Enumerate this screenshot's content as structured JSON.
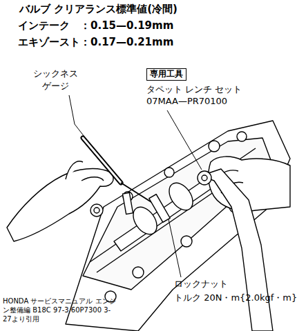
{
  "diagram": {
    "title": "バルブ クリアランス標準値(冷間)",
    "caption": "HONDA サービスマニュアル エンジン整備編 B18C 97-3 60P7300 3-27より引用",
    "nodes": [
      {
        "text": [
          "専用工具"
        ]
      }
    ],
    "labels": [
      "インテーク　：0.15—0.19mm",
      "エキゾースト：0.17—0.21mm",
      "シックネス ゲージ",
      "タペット レンチ セット",
      "07MAA—PR70100",
      "ロックナット",
      "トルク 20N・m{2.0kgf・m}"
    ]
  }
}
